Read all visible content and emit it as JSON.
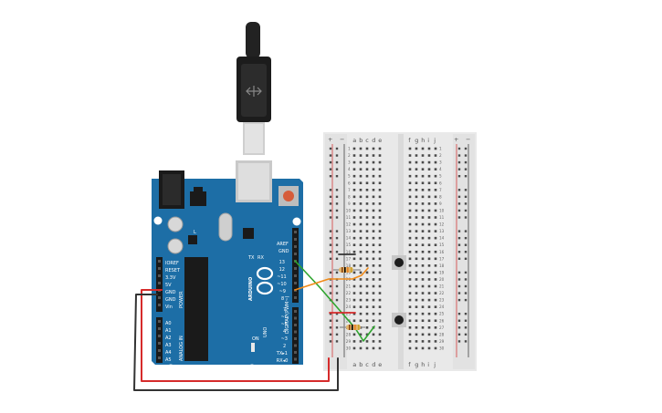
{
  "board": {
    "brand": "ARDUINO",
    "model": "UNO",
    "digital_label": "DIGITAL (PWM~)",
    "power_label": "POWER",
    "analog_label": "ANALOG IN",
    "aref_label": "AREF",
    "gnd_label": "GND",
    "led_labels": [
      "TX",
      "RX"
    ],
    "l_label": "L",
    "on_label": "ON",
    "power_pins": [
      "IOREF",
      "RESET",
      "3.3V",
      "5V",
      "GND",
      "GND",
      "Vin"
    ],
    "analog_pins": [
      "A0",
      "A1",
      "A2",
      "A3",
      "A4",
      "A5"
    ],
    "digital_top_pins": [
      "13",
      "12",
      "~11",
      "~10",
      "~9",
      "8"
    ],
    "digital_bottom_pins": [
      "7",
      "~6",
      "~5",
      "4",
      "~3",
      "2",
      "TX▸1",
      "RX◂0"
    ]
  },
  "breadboard": {
    "left_cols": [
      "a",
      "b",
      "c",
      "d",
      "e"
    ],
    "right_cols": [
      "f",
      "g",
      "h",
      "i",
      "j"
    ],
    "rail_plus": "+",
    "rail_minus": "−",
    "rows": [
      "1",
      "2",
      "3",
      "4",
      "5",
      "6",
      "7",
      "8",
      "9",
      "10",
      "11",
      "12",
      "13",
      "14",
      "15",
      "16",
      "17",
      "18",
      "19",
      "20",
      "21",
      "22",
      "23",
      "24",
      "25",
      "26",
      "27",
      "28",
      "29",
      "30"
    ]
  },
  "components": [
    "usb-cable",
    "arduino-uno",
    "breadboard",
    "pushbutton",
    "pushbutton",
    "resistor",
    "resistor"
  ],
  "colors": {
    "board": "#1d6ea6",
    "board_dark": "#175d8e",
    "breadboard": "#eaeaea",
    "wire_red": "#d62b2b",
    "wire_black": "#333333",
    "wire_green": "#2fa52f",
    "wire_orange": "#f08a18"
  }
}
